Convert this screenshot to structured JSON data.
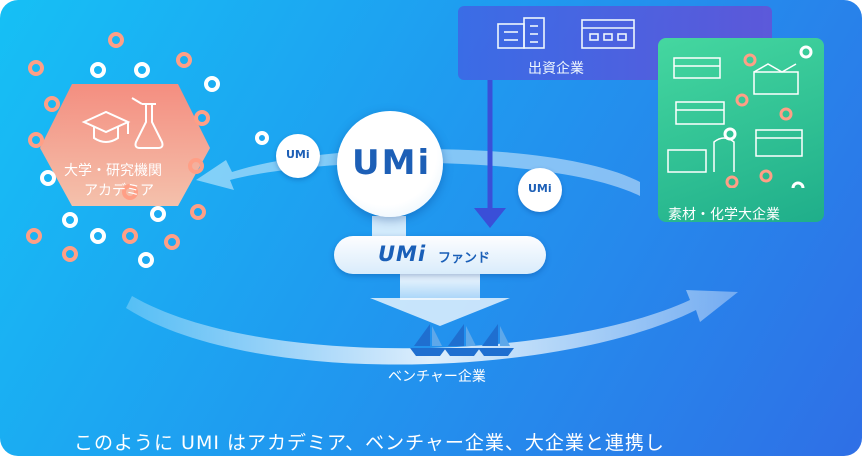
{
  "labels": {
    "academia": [
      "大学・研究機関",
      "アカデミア"
    ],
    "investor": "出資企業",
    "corporate": "素材・化学大企業",
    "fund_logo": "UMi",
    "fund_text": "ファンド",
    "ventures": "ベンチャー企業",
    "center_logo": "UMi",
    "small_logo": "UMi",
    "caption": "このように UMI はアカデミア、ベンチャー企業、大企業と連携し"
  },
  "colors": {
    "background_start": "#16c0f5",
    "background_end": "#2f6fe6",
    "academia_hex": "#ff9a7a",
    "investor_box": "#4f5fe0",
    "corporate_box": "#2fc396",
    "brand": "#1d5fb6"
  },
  "icons": [
    "graduation-cap-icon",
    "flask-icon",
    "building-icon",
    "factory-icon",
    "sailboat-icon"
  ]
}
